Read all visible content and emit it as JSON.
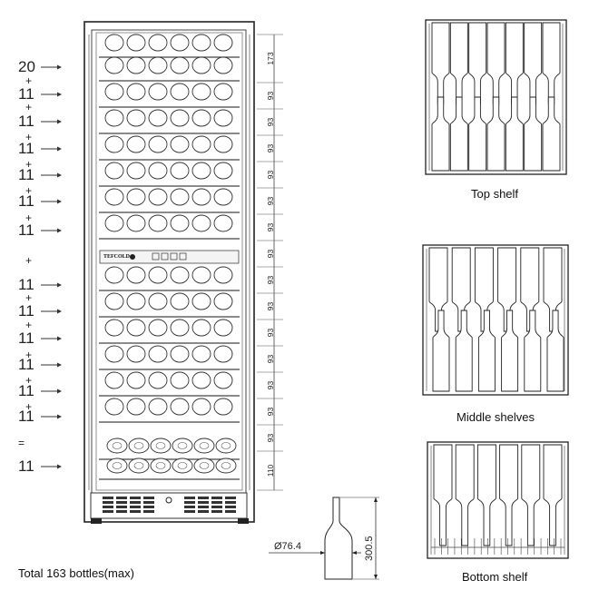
{
  "cabinet": {
    "brand": "TEFCOLD",
    "shelf_counts": [
      "20",
      "+",
      "11",
      "+",
      "11",
      "+",
      "11",
      "+",
      "11",
      "+",
      "11",
      "+",
      "11",
      "+",
      "11",
      "+",
      "11",
      "+",
      "11",
      "+",
      "11",
      "+",
      "11",
      "+",
      "11",
      "=",
      "11"
    ],
    "dimension_labels": [
      "173",
      "93",
      "93",
      "93",
      "93",
      "93",
      "93",
      "93",
      "93",
      "93",
      "93",
      "93",
      "93",
      "93",
      "93",
      "110"
    ]
  },
  "bottle": {
    "diameter_label": "Ø76.4",
    "height_label": "300.5"
  },
  "panels": {
    "top_caption": "Top shelf",
    "middle_caption": "Middle shelves",
    "bottom_caption": "Bottom shelf"
  },
  "total_caption": "Total 163 bottles(max)"
}
